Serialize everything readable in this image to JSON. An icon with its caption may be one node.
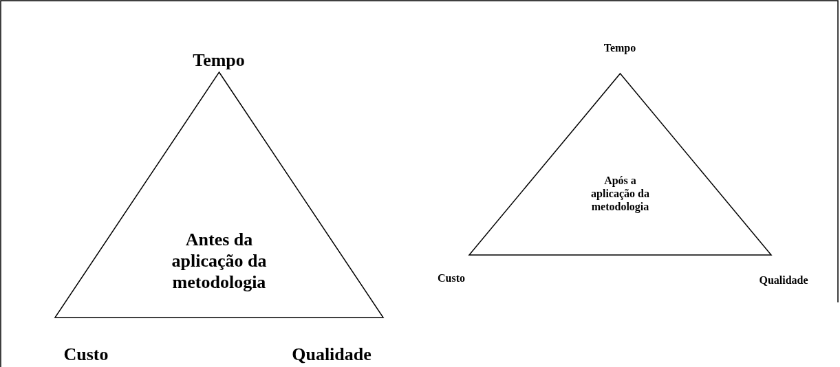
{
  "diagram": {
    "nodes": [
      {
        "text": [
          "Antes da aplicação da metodologia"
        ]
      },
      {
        "text": [
          "Após a aplicação da metodologia"
        ]
      }
    ],
    "labels": [
      "Tempo",
      "Tempo",
      "Custo",
      "Qualidade",
      "Custo",
      "Qualidade"
    ]
  }
}
